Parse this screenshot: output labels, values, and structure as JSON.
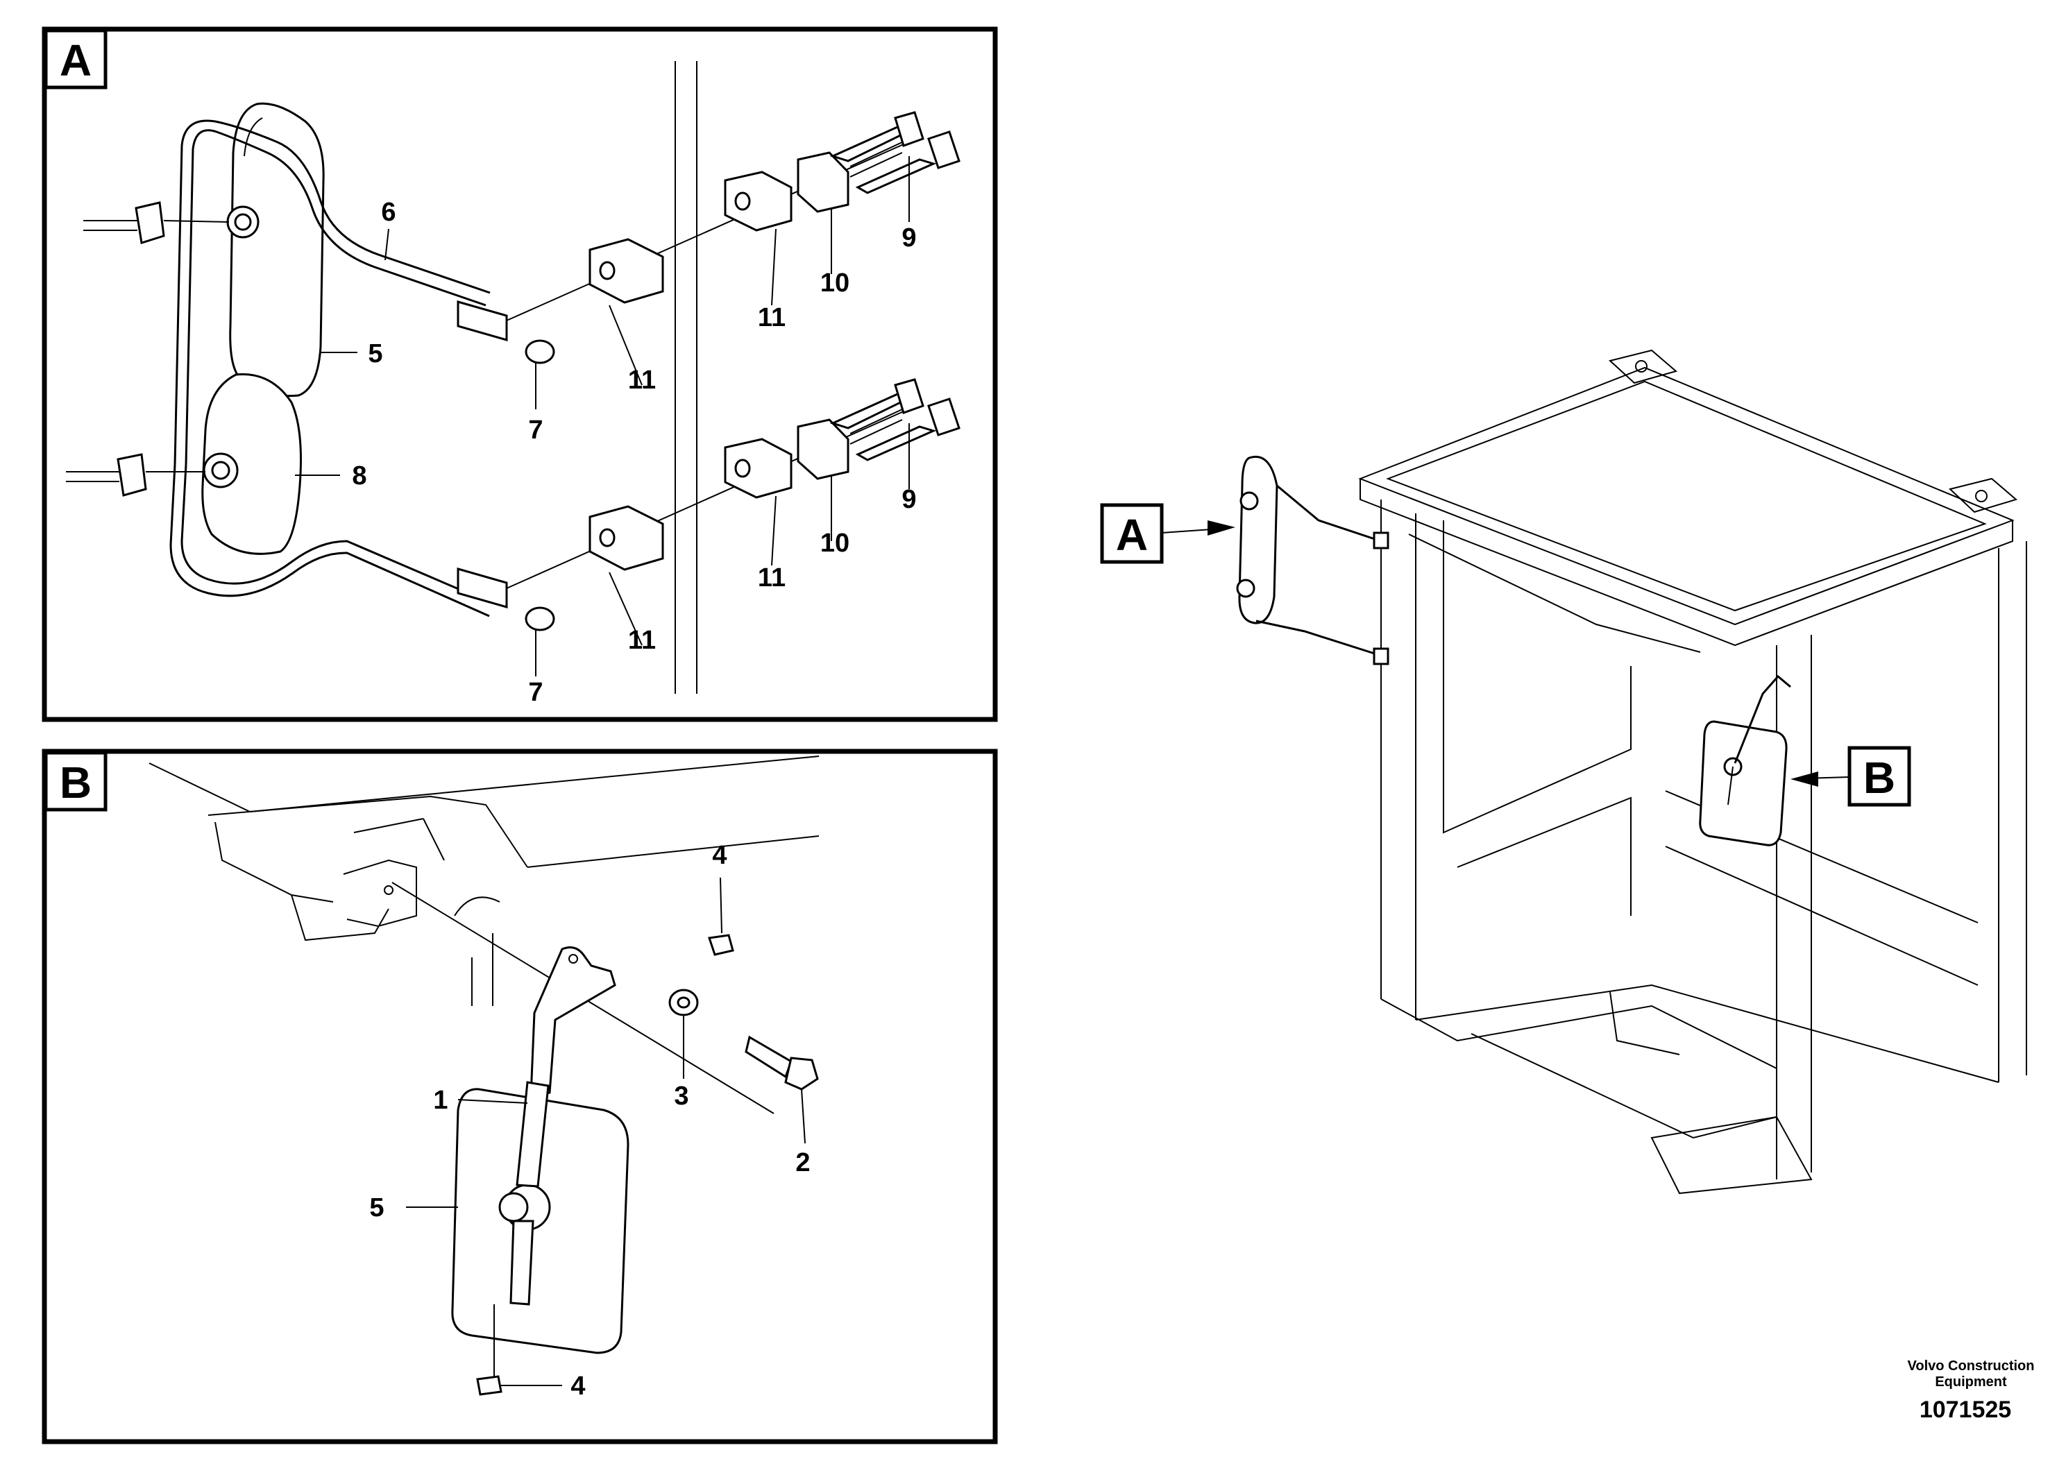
{
  "panels": {
    "a": {
      "tag": "A",
      "callouts": {
        "c6": "6",
        "c5": "5",
        "c7_top": "7",
        "c8": "8",
        "c7_bot": "7",
        "c11_a": "11",
        "c11_b": "11",
        "c10_top": "10",
        "c9_top": "9",
        "c11_c": "11",
        "c11_d": "11",
        "c10_bot": "10",
        "c9_bot": "9"
      }
    },
    "b": {
      "tag": "B",
      "callouts": {
        "c4_top": "4",
        "c1": "1",
        "c3": "3",
        "c2": "2",
        "c5": "5",
        "c4_bot": "4"
      }
    }
  },
  "overview": {
    "tag_a": "A",
    "tag_b": "B"
  },
  "footer": {
    "company_line1": "Volvo Construction",
    "company_line2": "Equipment",
    "drawing_number": "1071525"
  }
}
